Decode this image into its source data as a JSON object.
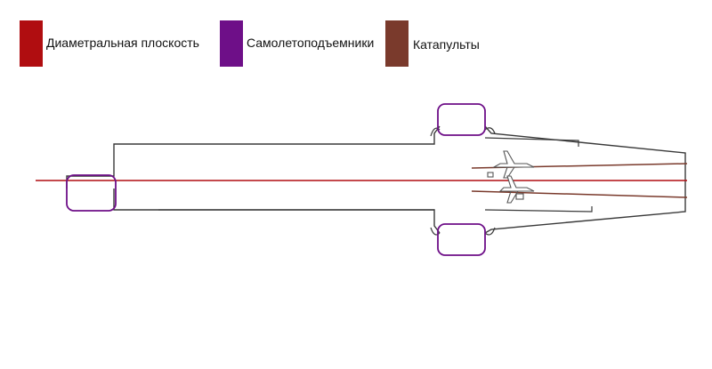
{
  "legend": [
    {
      "label": "Диаметральная плоскость",
      "color": "#b00d10"
    },
    {
      "label": "Самолетоподъемники",
      "color": "#6e0f88"
    },
    {
      "label": "Катапульты",
      "color": "#7a3a2c"
    }
  ],
  "colors": {
    "outline": "#3a3a3a",
    "centerline": "#b00d10",
    "elevator": "#6e0f88",
    "catapult": "#7a3a2c",
    "aircraft": "#555555"
  }
}
